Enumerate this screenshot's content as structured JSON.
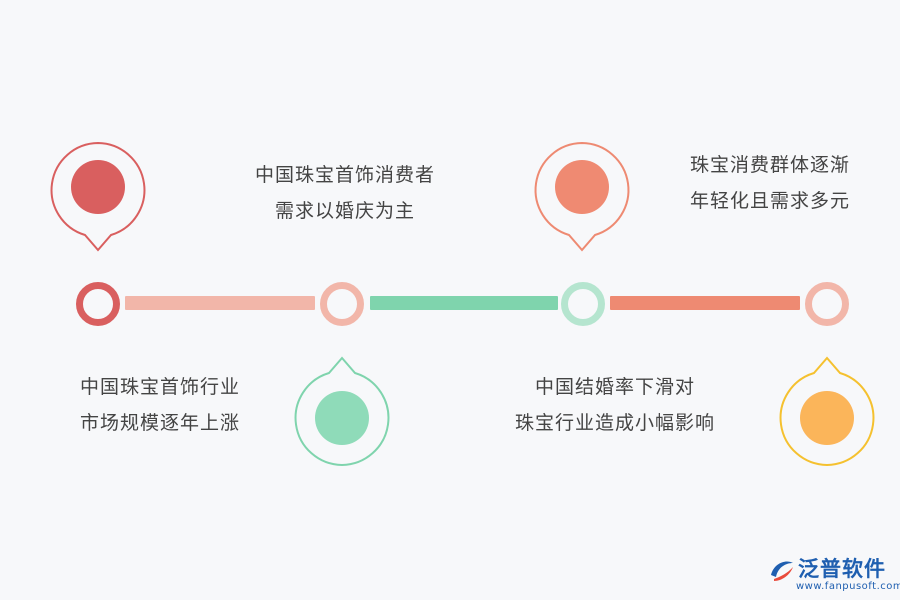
{
  "milestones": [
    {
      "line1": "中国珠宝首饰行业",
      "line2": "市场规模逐年上涨",
      "color": "#d95f5f"
    },
    {
      "line1": "中国珠宝首饰消费者",
      "line2": "需求以婚庆为主",
      "color": "#f2b6a9"
    },
    {
      "line1": "中国结婚率下滑对",
      "line2": "珠宝行业造成小幅影响",
      "color": "#7fd4ad"
    },
    {
      "line1": "珠宝消费群体逐渐",
      "line2": "年轻化且需求多元",
      "color": "#ee8a72"
    },
    {
      "color": "#fbb55a"
    }
  ],
  "colors": {
    "pin1": "#d95f5f",
    "pin2": "#7fd4ad",
    "pin3": "#ee8a72",
    "pin4": "#fbb55a",
    "bar1": "#f2b6a9",
    "bar2": "#7fd4ad",
    "bar3": "#ee8a72",
    "node1": "#d95f5f",
    "node2": "#f2b6a9",
    "node3": "#b5e5cf",
    "node4": "#f2b6a9"
  },
  "logo": {
    "name": "泛普软件",
    "url": "www.fanpusoft.com"
  }
}
